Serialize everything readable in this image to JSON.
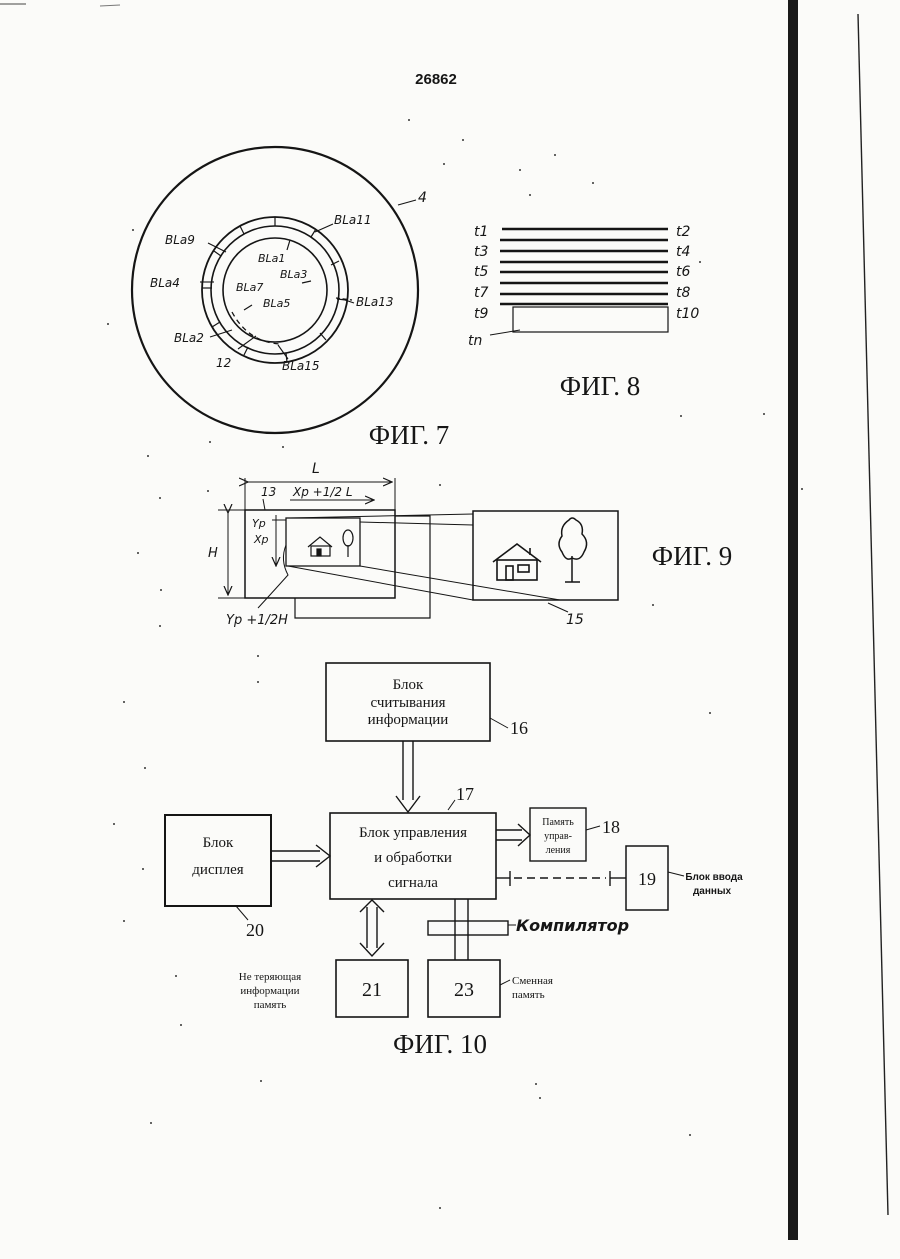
{
  "page_number": "26862",
  "fig7": {
    "caption": "ФИГ. 7",
    "label_disc": "4",
    "label_12": "12",
    "sectors": {
      "bla1": "BLa1",
      "bla3": "BLa3",
      "bla4": "BLa4",
      "bla2": "BLa2",
      "bla5": "BLa5",
      "bla7": "BLa7",
      "bla9": "BLa9",
      "bla11": "BLa11",
      "bla13": "BLa13",
      "bla15": "BLa15"
    }
  },
  "fig8": {
    "caption": "ФИГ. 8",
    "left_labels": [
      "t1",
      "t3",
      "t5",
      "t7",
      "t9",
      "tn"
    ],
    "right_labels": [
      "t2",
      "t4",
      "t6",
      "t8",
      "t10"
    ]
  },
  "fig9": {
    "caption": "ФИГ. 9",
    "label_L": "L",
    "label_13": "13",
    "label_xp_half_L": "Xp +1/2 L",
    "label_yp": "Yp",
    "label_xp": "Xp",
    "label_H": "H",
    "label_yp_half_H": "Yp +1/2H",
    "label_15": "15"
  },
  "fig10": {
    "caption": "ФИГ. 10",
    "block16": {
      "line1": "Блок",
      "line2": "считывания",
      "line3": "информации",
      "num": "16"
    },
    "block17": {
      "line1": "Блок управления",
      "line2": "и обработки",
      "line3": "сигнала",
      "num": "17"
    },
    "block18": {
      "line1": "Память",
      "line2": "управ-",
      "line3": "ления",
      "num": "18"
    },
    "block19": {
      "num": "19",
      "label_line1": "Блок ввода",
      "label_line2": "данных"
    },
    "block20": {
      "line1": "Блок",
      "line2": "дисплея",
      "num": "20"
    },
    "block21": {
      "num": "21",
      "label_line1": "Не теряющая",
      "label_line2": "информации",
      "label_line3": "память"
    },
    "block23": {
      "num": "23",
      "label_line1": "Сменная",
      "label_line2": "память"
    },
    "compiler": "Компилятор"
  }
}
